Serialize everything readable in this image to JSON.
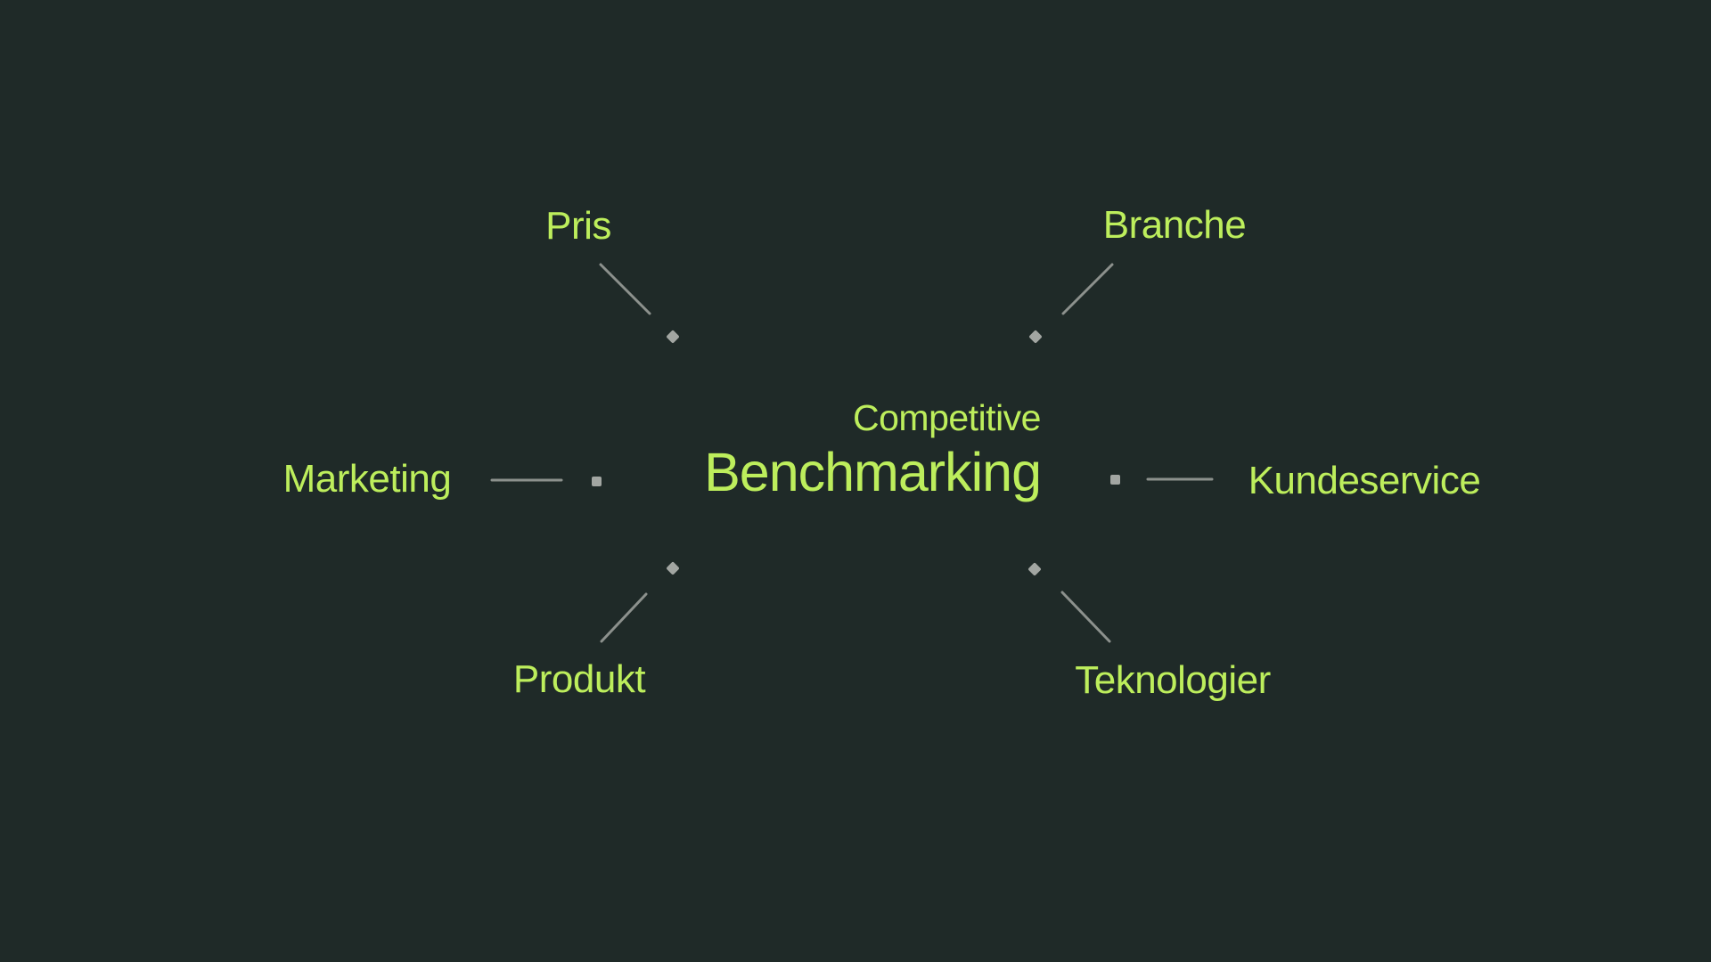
{
  "diagram": {
    "center": {
      "topic_line1": "Competitive",
      "topic_line2": "Benchmarking"
    },
    "nodes": [
      {
        "id": "pris",
        "label": "Pris"
      },
      {
        "id": "branche",
        "label": "Branche"
      },
      {
        "id": "marketing",
        "label": "Marketing"
      },
      {
        "id": "kundeservice",
        "label": "Kundeservice"
      },
      {
        "id": "produkt",
        "label": "Produkt"
      },
      {
        "id": "teknologier",
        "label": "Teknologier"
      }
    ],
    "colors": {
      "background": "#1f2a28",
      "accent": "#bdee5c",
      "connector_line": "#8c918d",
      "marker": "#a2a6a2"
    }
  }
}
